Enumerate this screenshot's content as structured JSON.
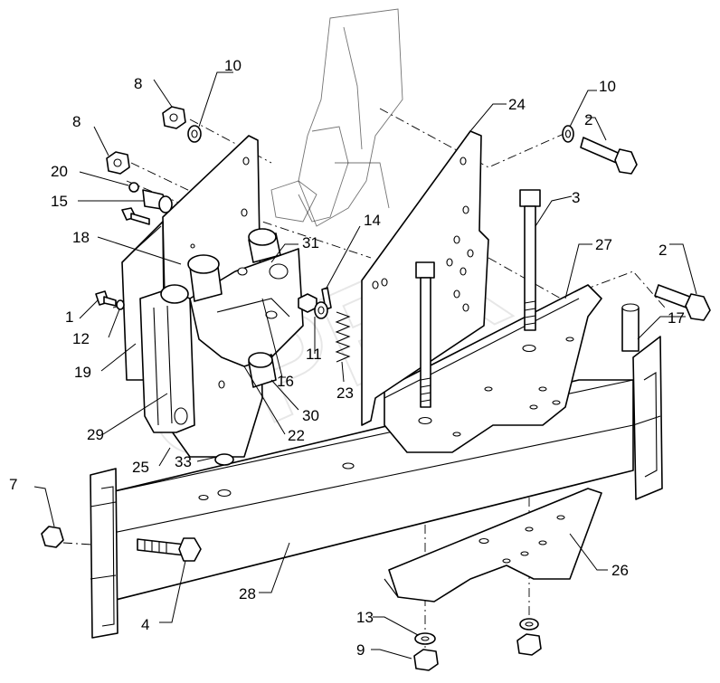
{
  "watermark": "OPEX",
  "part_labels": [
    {
      "id": "p1",
      "text": "1"
    },
    {
      "id": "p2a",
      "text": "2"
    },
    {
      "id": "p2b",
      "text": "2"
    },
    {
      "id": "p3",
      "text": "3"
    },
    {
      "id": "p4",
      "text": "4"
    },
    {
      "id": "p7",
      "text": "7"
    },
    {
      "id": "p8a",
      "text": "8"
    },
    {
      "id": "p8b",
      "text": "8"
    },
    {
      "id": "p9",
      "text": "9"
    },
    {
      "id": "p10a",
      "text": "10"
    },
    {
      "id": "p10b",
      "text": "10"
    },
    {
      "id": "p11",
      "text": "11"
    },
    {
      "id": "p12",
      "text": "12"
    },
    {
      "id": "p13",
      "text": "13"
    },
    {
      "id": "p14",
      "text": "14"
    },
    {
      "id": "p15",
      "text": "15"
    },
    {
      "id": "p16",
      "text": "16"
    },
    {
      "id": "p17",
      "text": "17"
    },
    {
      "id": "p18",
      "text": "18"
    },
    {
      "id": "p19",
      "text": "19"
    },
    {
      "id": "p20",
      "text": "20"
    },
    {
      "id": "p22",
      "text": "22"
    },
    {
      "id": "p23",
      "text": "23"
    },
    {
      "id": "p24",
      "text": "24"
    },
    {
      "id": "p25",
      "text": "25"
    },
    {
      "id": "p26",
      "text": "26"
    },
    {
      "id": "p27",
      "text": "27"
    },
    {
      "id": "p28",
      "text": "28"
    },
    {
      "id": "p29",
      "text": "29"
    },
    {
      "id": "p30",
      "text": "30"
    },
    {
      "id": "p31",
      "text": "31"
    },
    {
      "id": "p33",
      "text": "33"
    }
  ]
}
